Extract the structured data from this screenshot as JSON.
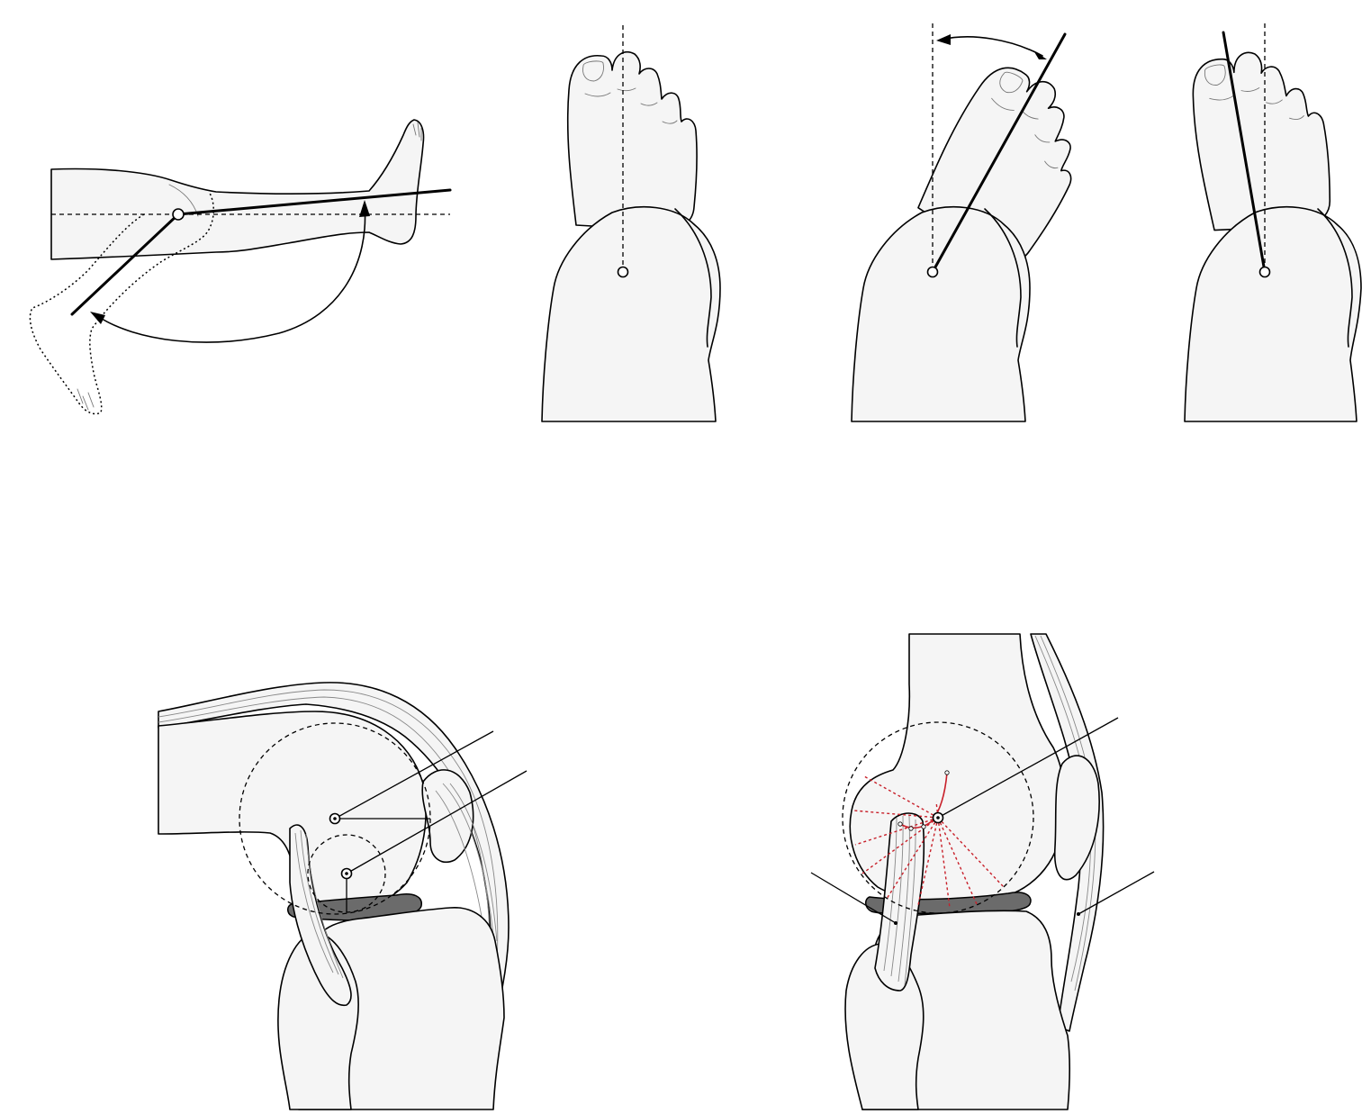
{
  "figure": {
    "panels": [
      {
        "name": "leg-flexion-extension",
        "icon": "leg-bend-icon"
      },
      {
        "name": "foot-neutral",
        "icon": "foot-icon"
      },
      {
        "name": "foot-external-rotation",
        "icon": "foot-icon"
      },
      {
        "name": "foot-internal-rotation",
        "icon": "foot-icon"
      },
      {
        "name": "knee-lateral-section",
        "icon": "knee-icon"
      },
      {
        "name": "knee-medial-section",
        "icon": "knee-icon"
      }
    ],
    "colors": {
      "skin": "#f5f5f5",
      "line": "#000000",
      "meniscus": "#6b6b6b",
      "instant-center-path": "#c8202a"
    }
  }
}
